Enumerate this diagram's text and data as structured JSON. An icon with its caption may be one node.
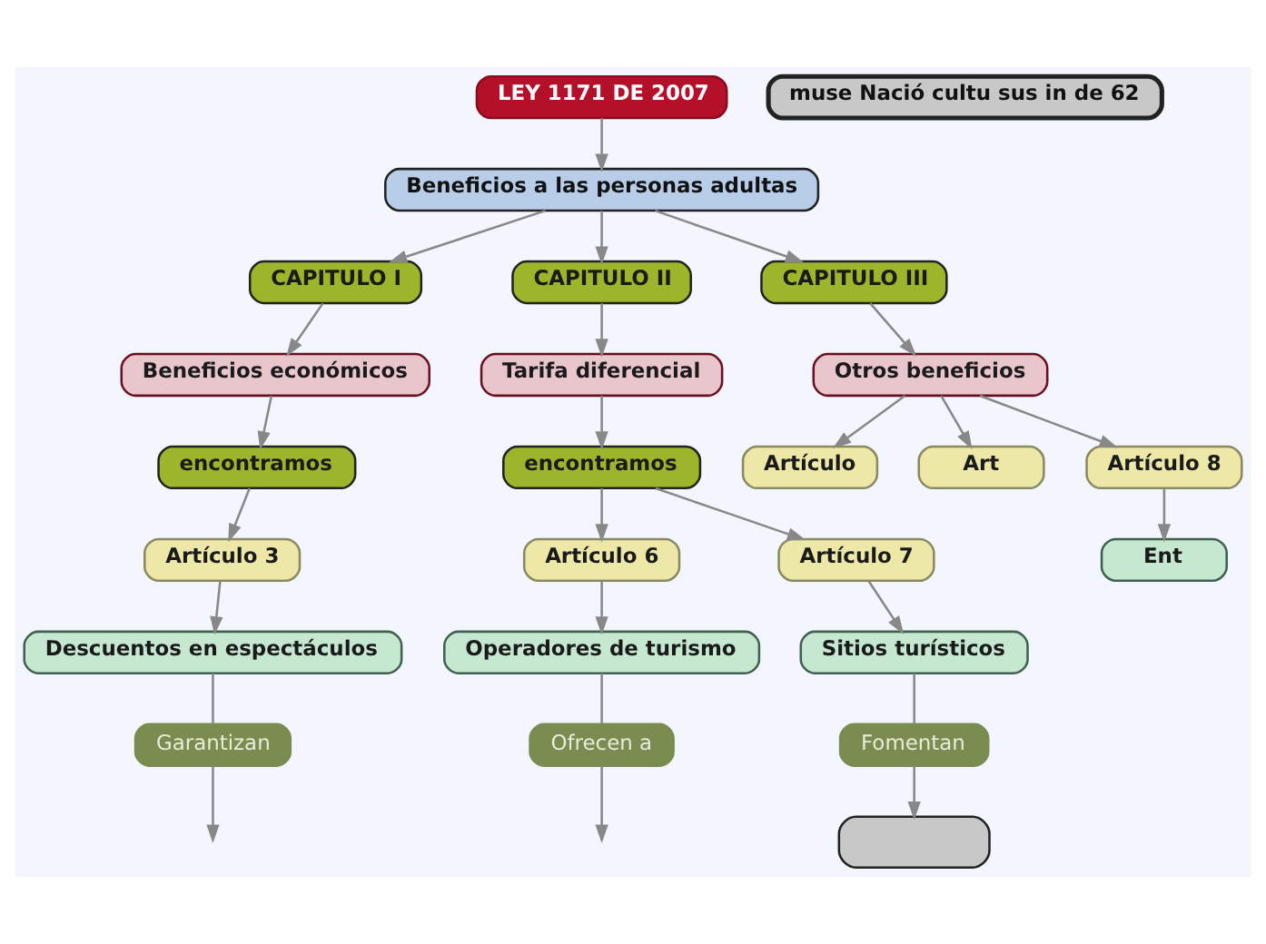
{
  "diagram": {
    "nodes": [
      {
        "text": [
          "LEY 1171 DE 2007"
        ]
      },
      {
        "text": [
          "Beneficios a las personas adultas"
        ]
      },
      {
        "text": [
          "CAPITULO I"
        ]
      },
      {
        "text": [
          "CAPITULO II"
        ]
      },
      {
        "text": [
          "CAPITULO III"
        ]
      },
      {
        "text": [
          "Beneficios económicos"
        ]
      },
      {
        "text": [
          "encontramos"
        ]
      },
      {
        "text": [
          "Artículo 3"
        ]
      },
      {
        "text": [
          "Descuentos en espectáculos"
        ]
      },
      {
        "text": [
          "Garantizan"
        ]
      },
      {
        "text": [
          "Tarifa diferencial"
        ]
      },
      {
        "text": [
          "encontramos"
        ]
      },
      {
        "text": [
          "Artículo 6"
        ]
      },
      {
        "text": [
          "Artículo 7"
        ]
      },
      {
        "text": [
          "Operadores de turismo"
        ]
      },
      {
        "text": [
          "Ofrecen a"
        ]
      },
      {
        "text": [
          "Sitios turísticos"
        ]
      },
      {
        "text": [
          "Fomentan"
        ]
      },
      {
        "text": [],
        "shape": "box"
      },
      {
        "text": [
          "Otros beneficios"
        ]
      },
      {
        "text": [
          "Artículo"
        ]
      },
      {
        "text": [
          "Art"
        ]
      },
      {
        "text": [
          "Artículo 8"
        ]
      },
      {
        "text": [
          "Ent"
        ]
      },
      {
        "text": [
          "muse Nació cultu sus in de 62"
        ]
      }
    ],
    "edges": [
      {
        "from": 0,
        "to": 1,
        "arrow": "to"
      },
      {
        "from": 1,
        "to": 2,
        "arrow": "to"
      },
      {
        "from": 1,
        "to": 3,
        "arrow": "to"
      },
      {
        "from": 1,
        "to": 4,
        "arrow": "to"
      },
      {
        "from": 2,
        "to": 5,
        "arrow": "to"
      },
      {
        "from": 5,
        "to": 6,
        "arrow": "to"
      },
      {
        "from": 6,
        "to": 7,
        "arrow": "to"
      },
      {
        "from": 7,
        "to": 8,
        "arrow": "to"
      },
      {
        "from": 8,
        "to": 9,
        "arrow": "none"
      },
      {
        "from": 9,
        "to": null,
        "arrow": "to"
      },
      {
        "from": 3,
        "to": 10,
        "arrow": "to"
      },
      {
        "from": 10,
        "to": 11,
        "arrow": "to"
      },
      {
        "from": 11,
        "to": 12,
        "arrow": "to"
      },
      {
        "from": 11,
        "to": 13,
        "arrow": "to"
      },
      {
        "from": 12,
        "to": 14,
        "arrow": "to"
      },
      {
        "from": 14,
        "to": 15,
        "arrow": "none"
      },
      {
        "from": 15,
        "to": null,
        "arrow": "to"
      },
      {
        "from": 13,
        "to": 16,
        "arrow": "to"
      },
      {
        "from": 16,
        "to": 17,
        "arrow": "none"
      },
      {
        "from": 17,
        "to": 18,
        "arrow": "to"
      },
      {
        "from": 4,
        "to": 19,
        "arrow": "to"
      },
      {
        "from": 19,
        "to": 20,
        "arrow": "to"
      },
      {
        "from": 19,
        "to": 21,
        "arrow": "to"
      },
      {
        "from": 19,
        "to": 22,
        "arrow": "to"
      },
      {
        "from": 22,
        "to": 23,
        "arrow": "to"
      }
    ]
  }
}
